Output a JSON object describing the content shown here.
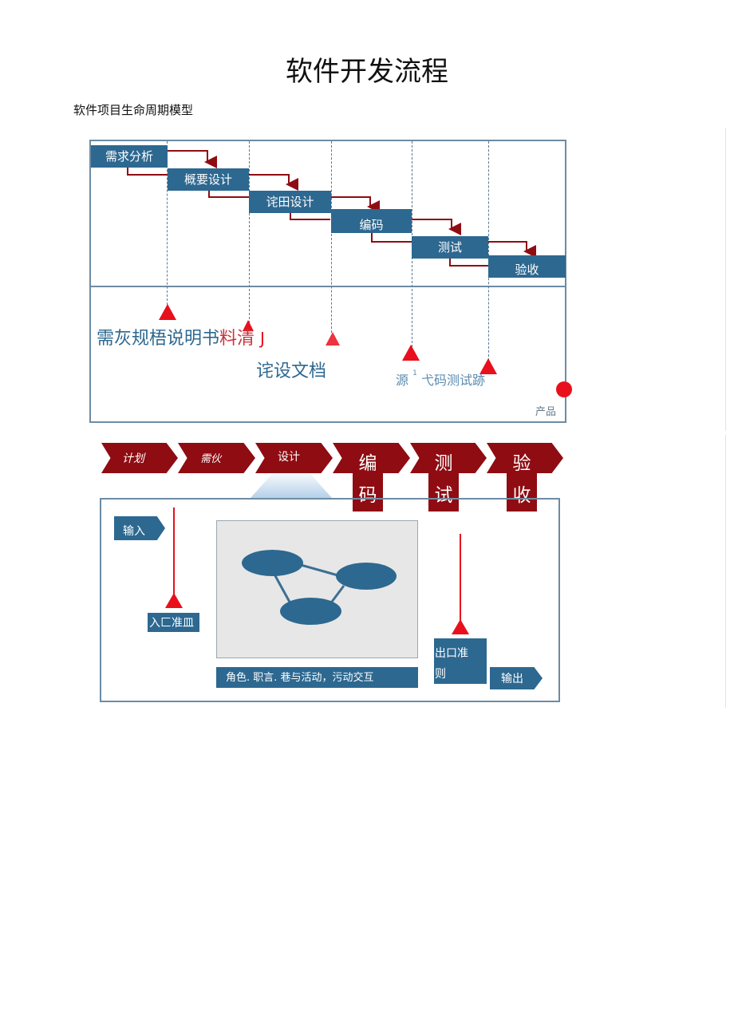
{
  "title": "软件开发流程",
  "subtitle": "软件项目生命周期模型",
  "lifecycle": {
    "phases": [
      "需求分析",
      "概要设计",
      "诧田设计",
      "编码",
      "测试",
      "验收"
    ],
    "deliverables": {
      "req_spec_a": "需灰规梧说明书",
      "req_spec_b": "料清",
      "req_spec_c": "J",
      "design_doc": "诧设文档",
      "source_a": "源",
      "source_b": "1",
      "source_c": "弋码测试跡",
      "product": "产品"
    }
  },
  "process": {
    "chevrons": [
      "计划",
      "需伙",
      "设计"
    ],
    "stacked": [
      {
        "top": "编",
        "bottom": "码"
      },
      {
        "top": "测",
        "bottom": "试"
      },
      {
        "top": "验",
        "bottom": "收"
      }
    ],
    "input_label": "输入",
    "entry_criteria": "入匚准皿",
    "exit_criteria_a": "出口准",
    "exit_criteria_b": "则",
    "output_label": "输出",
    "roles_caption": "角色. 职言. 巷与活动，污动交互"
  },
  "colors": {
    "blue": "#2d6890",
    "dark_red": "#8f0c12",
    "red": "#e8101d",
    "border": "#6d8ba3"
  }
}
